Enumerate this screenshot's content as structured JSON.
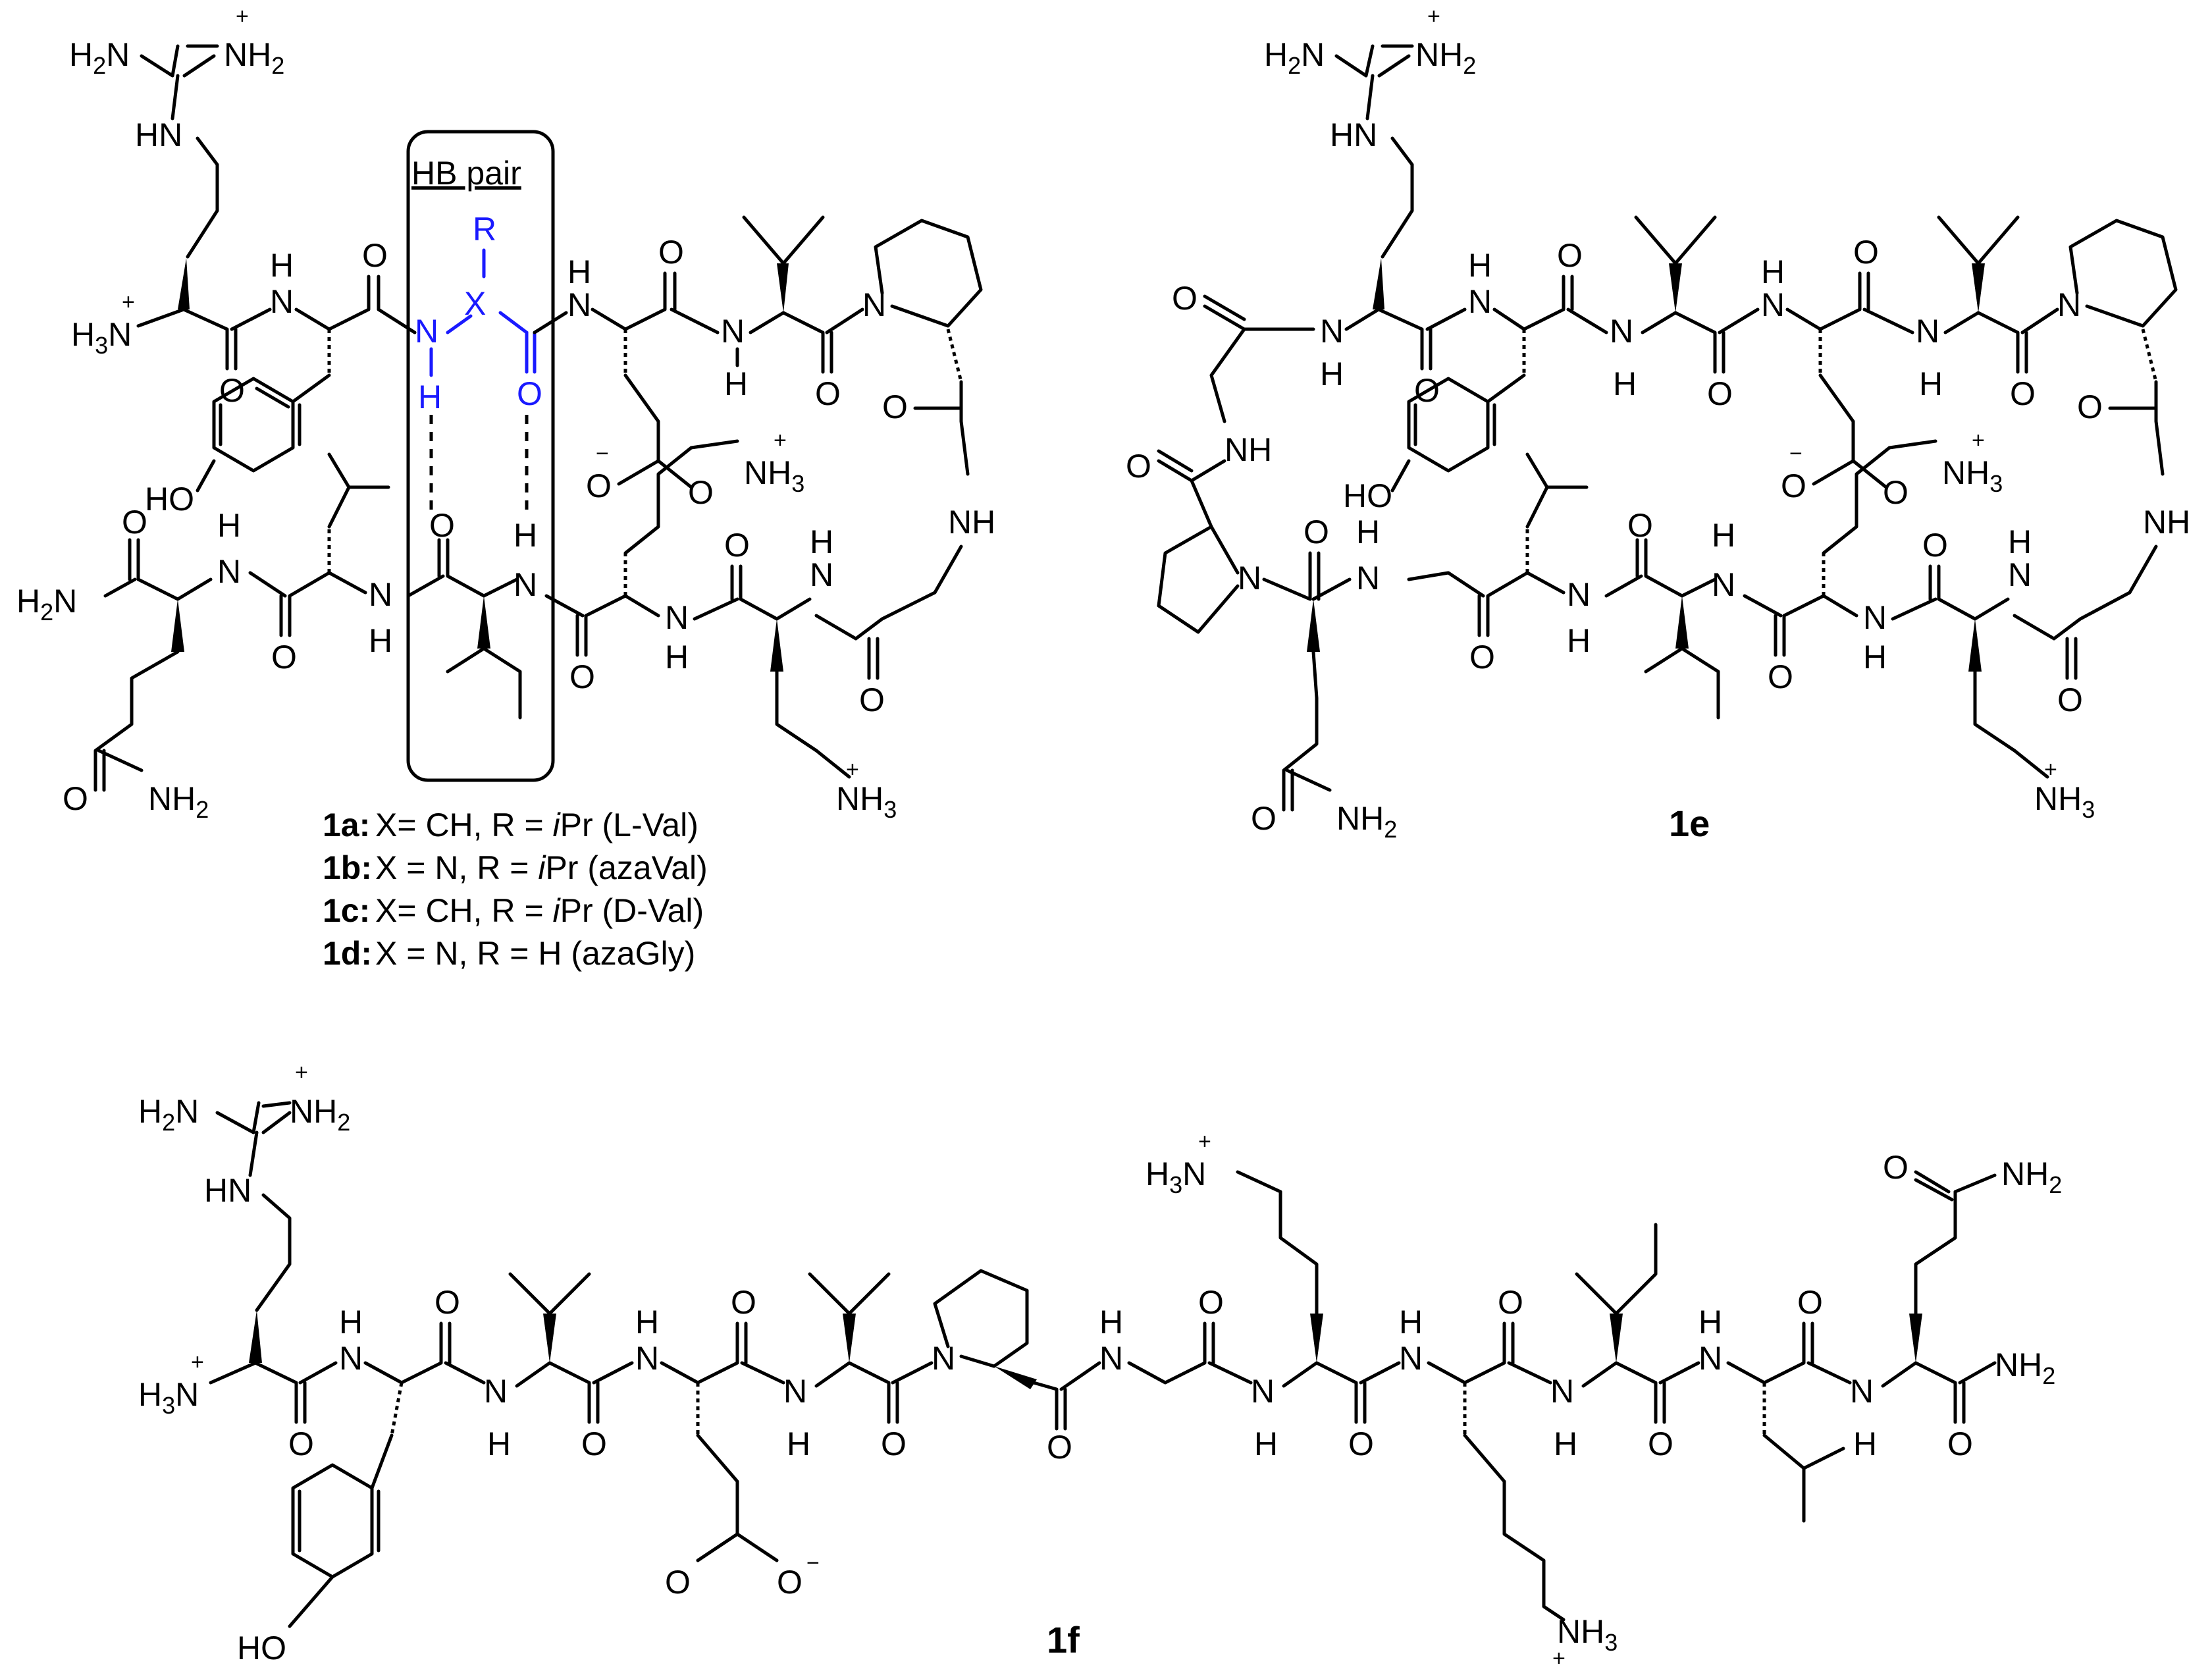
{
  "labels": {
    "hb_pair": "HB pair",
    "compound_1a_bold": "1a:",
    "compound_1a_text": " X= CH, R = iPr (L-Val)",
    "compound_1b_bold": "1b:",
    "compound_1b_text": " X = N, R = iPr (azaVal)",
    "compound_1c_bold": "1c:",
    "compound_1c_text": " X= CH, R = iPr (D-Val)",
    "compound_1d_bold": "1d:",
    "compound_1d_text": " X = N, R = H (azaGly)",
    "compound_1e": "1e",
    "compound_1f": "1f",
    "group_R": "R",
    "group_X": "X",
    "atom_N": "N",
    "atom_H": "H",
    "atom_O": "O",
    "group_NH": "NH",
    "group_HN": "HN",
    "group_HO": "HO",
    "group_H2N": "H2N",
    "group_NH2": "NH2",
    "group_NH3": "NH3",
    "group_H3N": "H3N",
    "plus": "+",
    "minus": "−"
  },
  "colors": {
    "bond": "#000000",
    "hb_highlight": "#1a1aff"
  }
}
